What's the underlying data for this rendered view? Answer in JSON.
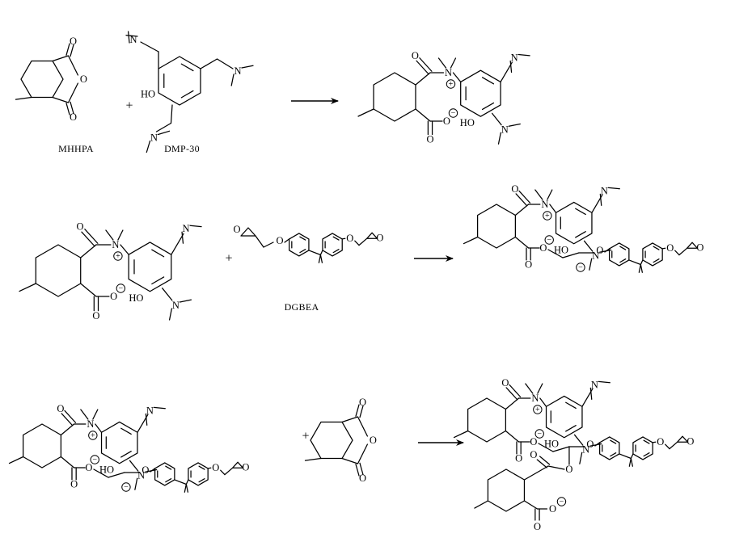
{
  "labels": {
    "mhhpa": "MHHPA",
    "dmp30": "DMP-30",
    "dgbea": "DGBEA",
    "plus": "+"
  },
  "atoms": {
    "oxygen": "O",
    "nitrogen": "N",
    "hydroxyl": "HO"
  },
  "charges": {
    "positive": "+",
    "negative": "−"
  },
  "style": {
    "ink": "#000000",
    "background": "#ffffff"
  }
}
